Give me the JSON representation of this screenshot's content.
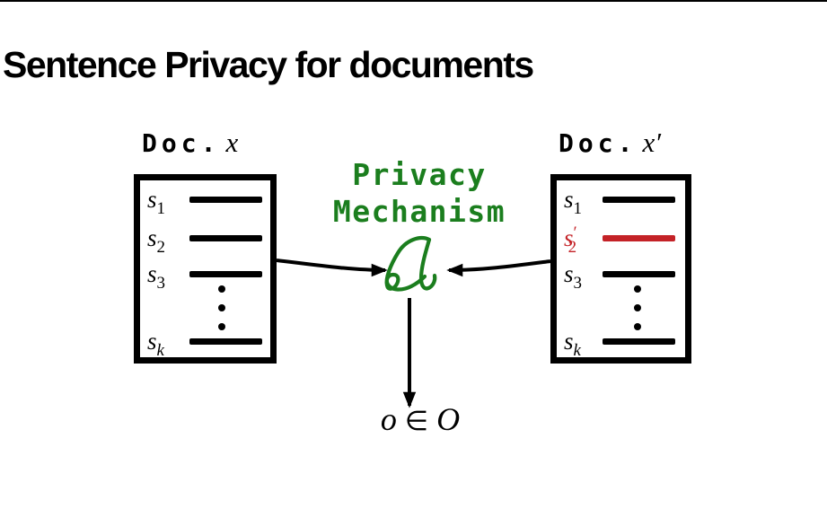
{
  "title": "Sentence Privacy for documents",
  "colors": {
    "accent_green": "#1b7e1e",
    "highlight_red": "#c42227",
    "ink_black": "#000000",
    "background": "#ffffff"
  },
  "documents": {
    "left": {
      "label": "Doc.",
      "variable": "x",
      "sentences": [
        {
          "symbol": "s",
          "subscript": "1"
        },
        {
          "symbol": "s",
          "subscript": "2"
        },
        {
          "symbol": "s",
          "subscript": "3"
        },
        {
          "symbol": "s",
          "subscript": "k"
        }
      ]
    },
    "right": {
      "label": "Doc.",
      "variable": "x′",
      "sentences": [
        {
          "symbol": "s",
          "subscript": "1"
        },
        {
          "symbol": "s",
          "subscript": "2",
          "prime": "′",
          "highlighted": true
        },
        {
          "symbol": "s",
          "subscript": "3"
        },
        {
          "symbol": "s",
          "subscript": "k"
        }
      ]
    }
  },
  "mechanism": {
    "title_line1": "Privacy",
    "title_line2": "Mechanism",
    "symbol": "A"
  },
  "output": {
    "element": "o",
    "membership_symbol": "∈",
    "set_symbol": "O"
  }
}
